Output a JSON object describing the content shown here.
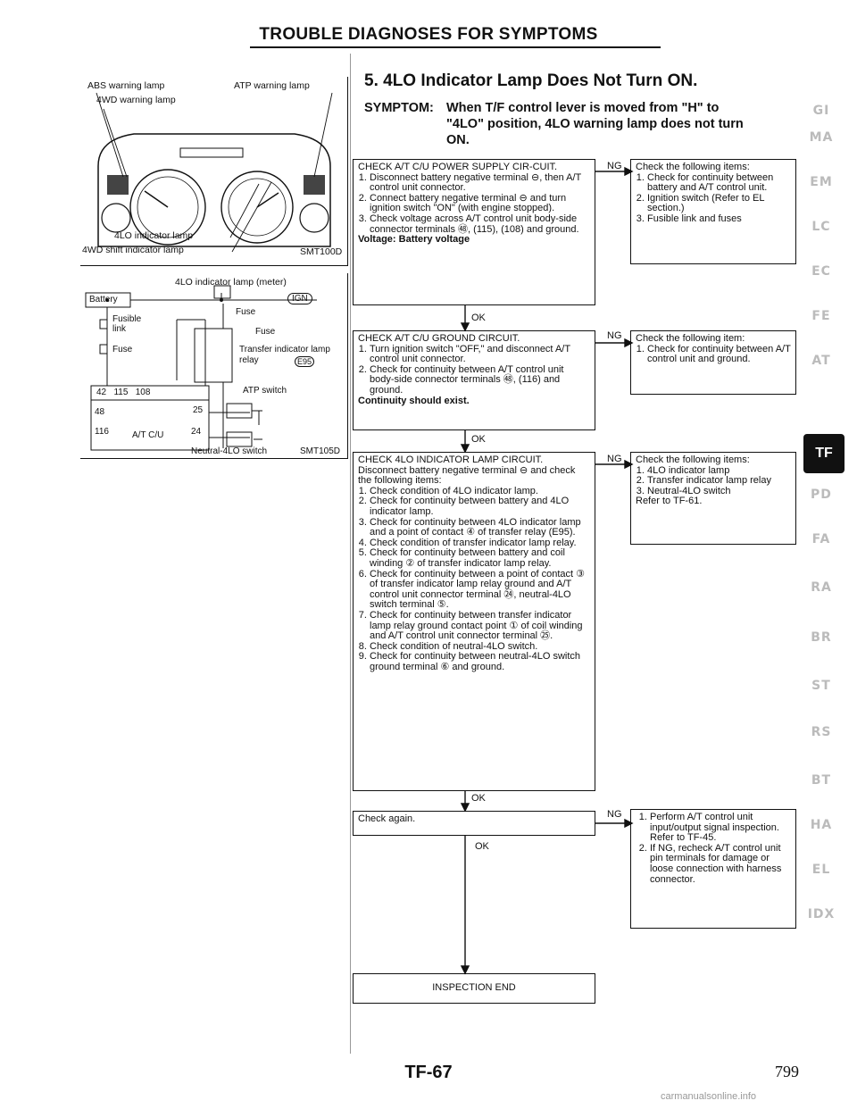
{
  "header": {
    "title": "TROUBLE DIAGNOSES FOR SYMPTOMS"
  },
  "section": {
    "title": "5. 4LO Indicator Lamp Does Not Turn ON.",
    "symptom_label": "SYMPTOM:",
    "symptom_line1": "When T/F control lever is moved from \"H\" to",
    "symptom_line2": "\"4LO\" position, 4LO warning lamp does not turn",
    "symptom_line3": "ON."
  },
  "figure1": {
    "abs_label": "ABS warning lamp",
    "atp_label": "ATP warning lamp",
    "fwd_label": "4WD warning lamp",
    "lo_label": "4LO indicator lamp",
    "shift_label": "4WD shift indicator lamp",
    "code": "SMT100D"
  },
  "figure2": {
    "title": "4LO indicator lamp (meter)",
    "battery": "Battery",
    "ign": "IGN",
    "fusible": "Fusible link",
    "fuse_left": "Fuse",
    "fuse_top": "Fuse",
    "fuse_right": "Fuse",
    "transfer": "Transfer indicator lamp relay",
    "relay_code": "E95",
    "atp_switch": "ATP switch",
    "term_row": "42   115   108",
    "t48": "48",
    "t25": "25",
    "t116": "116",
    "atcu": "A/T C/U",
    "t24": "24",
    "neutral": "Neutral-4LO switch",
    "code": "SMT105D"
  },
  "flow": {
    "b1": {
      "title": "CHECK A/T C/U POWER SUPPLY CIR-CUIT.",
      "steps": [
        "Disconnect battery negative terminal ⊖, then A/T control unit connector.",
        "Connect battery negative terminal ⊖ and turn ignition switch \"ON\" (with engine stopped).",
        "Check voltage across A/T control unit body-side connector terminals ㊽, (115), (108) and ground."
      ],
      "result": "Voltage: Battery voltage"
    },
    "b1ng": {
      "title": "Check the following items:",
      "steps": [
        "Check for continuity between battery and A/T control unit.",
        "Ignition switch (Refer to EL section.)",
        "Fusible link and fuses"
      ]
    },
    "b2": {
      "title": "CHECK A/T C/U GROUND CIRCUIT.",
      "steps": [
        "Turn ignition switch \"OFF,\" and disconnect A/T control unit connector.",
        "Check for continuity between A/T control unit body-side connector terminals ㊽, (116) and ground."
      ],
      "result": "Continuity should exist."
    },
    "b2ng": {
      "title": "Check the following item:",
      "steps": [
        "Check for continuity between A/T control unit and ground."
      ]
    },
    "b3": {
      "title": "CHECK 4LO INDICATOR LAMP CIRCUIT.",
      "intro": "Disconnect battery negative terminal ⊖ and check the following items:",
      "steps": [
        "Check condition of 4LO indicator lamp.",
        "Check for continuity between battery and 4LO indicator lamp.",
        "Check for continuity between 4LO indicator lamp and a point of contact ④ of transfer relay (E95).",
        "Check condition of transfer indicator lamp relay.",
        "Check for continuity between battery and coil winding ② of transfer indicator lamp relay.",
        "Check for continuity between a point of contact ③ of transfer indicator lamp relay ground and A/T control unit connector terminal ㉔, neutral-4LO switch terminal ⑤.",
        "Check for continuity between transfer indicator lamp relay ground contact point ① of coil winding and A/T control unit connector terminal ㉕.",
        "Check condition of neutral-4LO switch.",
        "Check for continuity between neutral-4LO switch ground terminal ⑥ and ground."
      ]
    },
    "b3ng": {
      "title": "Check the following items:",
      "steps": [
        "4LO indicator lamp",
        "Transfer indicator lamp relay",
        "Neutral-4LO switch"
      ],
      "refer": "Refer to TF-61."
    },
    "b4": {
      "title": "Check again."
    },
    "b4ng": {
      "steps": [
        "Perform A/T control unit input/output signal inspection. Refer to TF-45.",
        "If NG, recheck A/T control unit pin terminals for damage or loose connection with harness connector."
      ]
    },
    "b5": {
      "title": "INSPECTION END"
    },
    "ok": "OK",
    "ng": "NG"
  },
  "sidebar": {
    "tabs": [
      "GI",
      "MA",
      "EM",
      "LC",
      "EC",
      "FE",
      "AT",
      "TF",
      "PD",
      "FA",
      "RA",
      "BR",
      "ST",
      "RS",
      "BT",
      "HA",
      "EL",
      "IDX"
    ],
    "active": "TF"
  },
  "footer": {
    "page_code": "TF-67",
    "page_number": "799",
    "watermark": "carmanualsonline.info"
  }
}
